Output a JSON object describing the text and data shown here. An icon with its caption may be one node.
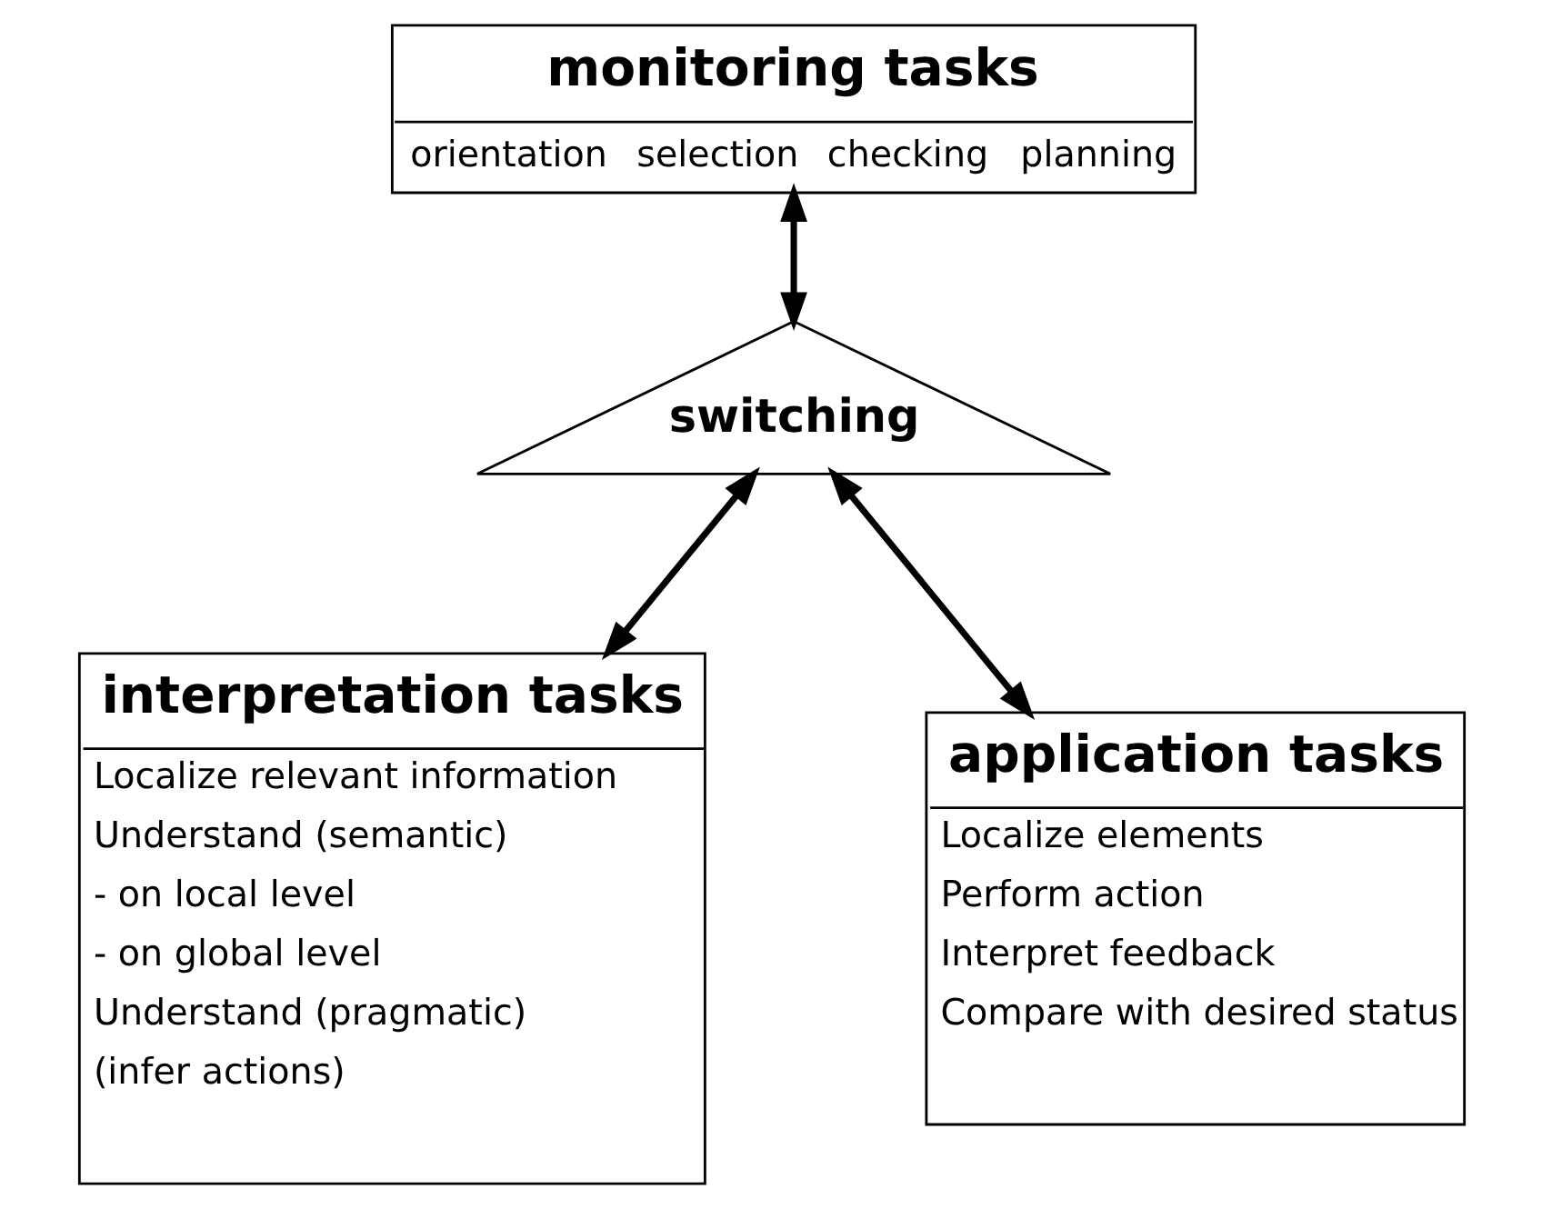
{
  "diagram": {
    "nodes": [
      {
        "text": [
          "monitoring tasks",
          "orientation",
          "selection",
          "checking",
          "planning"
        ]
      },
      {
        "text": [
          "switching"
        ]
      },
      {
        "text": [
          "interpretation tasks",
          "Localize relevant information",
          "Understand (semantic)",
          "- on local level",
          "- on global level",
          "Understand (pragmatic)",
          "(infer actions)"
        ]
      },
      {
        "text": [
          "application tasks",
          "Localize elements",
          "Perform action",
          "Interpret feedback",
          "Compare with desired status"
        ]
      }
    ],
    "edges": [
      {
        "from": 0,
        "to": 1,
        "arrow": "both"
      },
      {
        "from": 1,
        "to": 2,
        "arrow": "both"
      },
      {
        "from": 1,
        "to": 3,
        "arrow": "both"
      }
    ]
  }
}
